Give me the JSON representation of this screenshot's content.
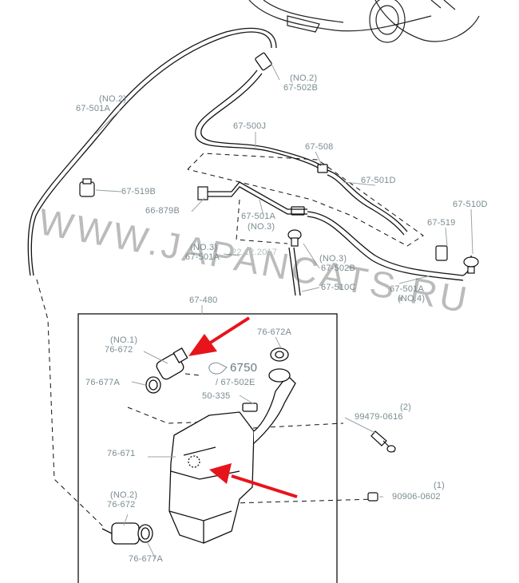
{
  "labels": {
    "no2_top": "(NO.2)",
    "p67_502B_top": "67-502B",
    "no2_left": "(NO.2)",
    "p67_501A_left": "67-501A",
    "p67_500J": "67-500J",
    "p67_508": "67-508",
    "p67_501D": "67-501D",
    "p67_510D": "67-510D",
    "p67_519B": "67-519B",
    "p66_879B": "66-879B",
    "p67_501A_mid": "67-501A",
    "no3_mid": "(NO.3)",
    "p67_519": "67-519",
    "no3_left": "(NO.3)",
    "p67_501A_no3": "67-501A",
    "p22_12": "22.12.2017",
    "no3_right": "(NO.3)",
    "p67_502B_right": "67-502B",
    "p67_510C": "67-510C",
    "p67_501A_right": "67-501A",
    "no4": "(NO.4)",
    "p67_480": "67-480",
    "p76_672A": "76-672A",
    "no1": "(NO.1)",
    "p76_672_top": "76-672",
    "p6750": "6750",
    "p67_502E": "/ 67-502E",
    "p76_677A_top": "76-677A",
    "p50_335": "50-335",
    "n2_paren": "(2)",
    "p99479": "99479-0616",
    "p76_671": "76-671",
    "n1_paren": "(1)",
    "p90906": "90906-0602",
    "no2_bottom": "(NO.2)",
    "p76_672_bottom": "76-672",
    "p76_677A_bottom": "76-677A"
  },
  "watermark": "WWW.JAPANCATS.RU",
  "colors": {
    "line": "#111111",
    "label": "#7a8c91",
    "arrow": "#e8141b",
    "leader": "#9aa5a8"
  }
}
